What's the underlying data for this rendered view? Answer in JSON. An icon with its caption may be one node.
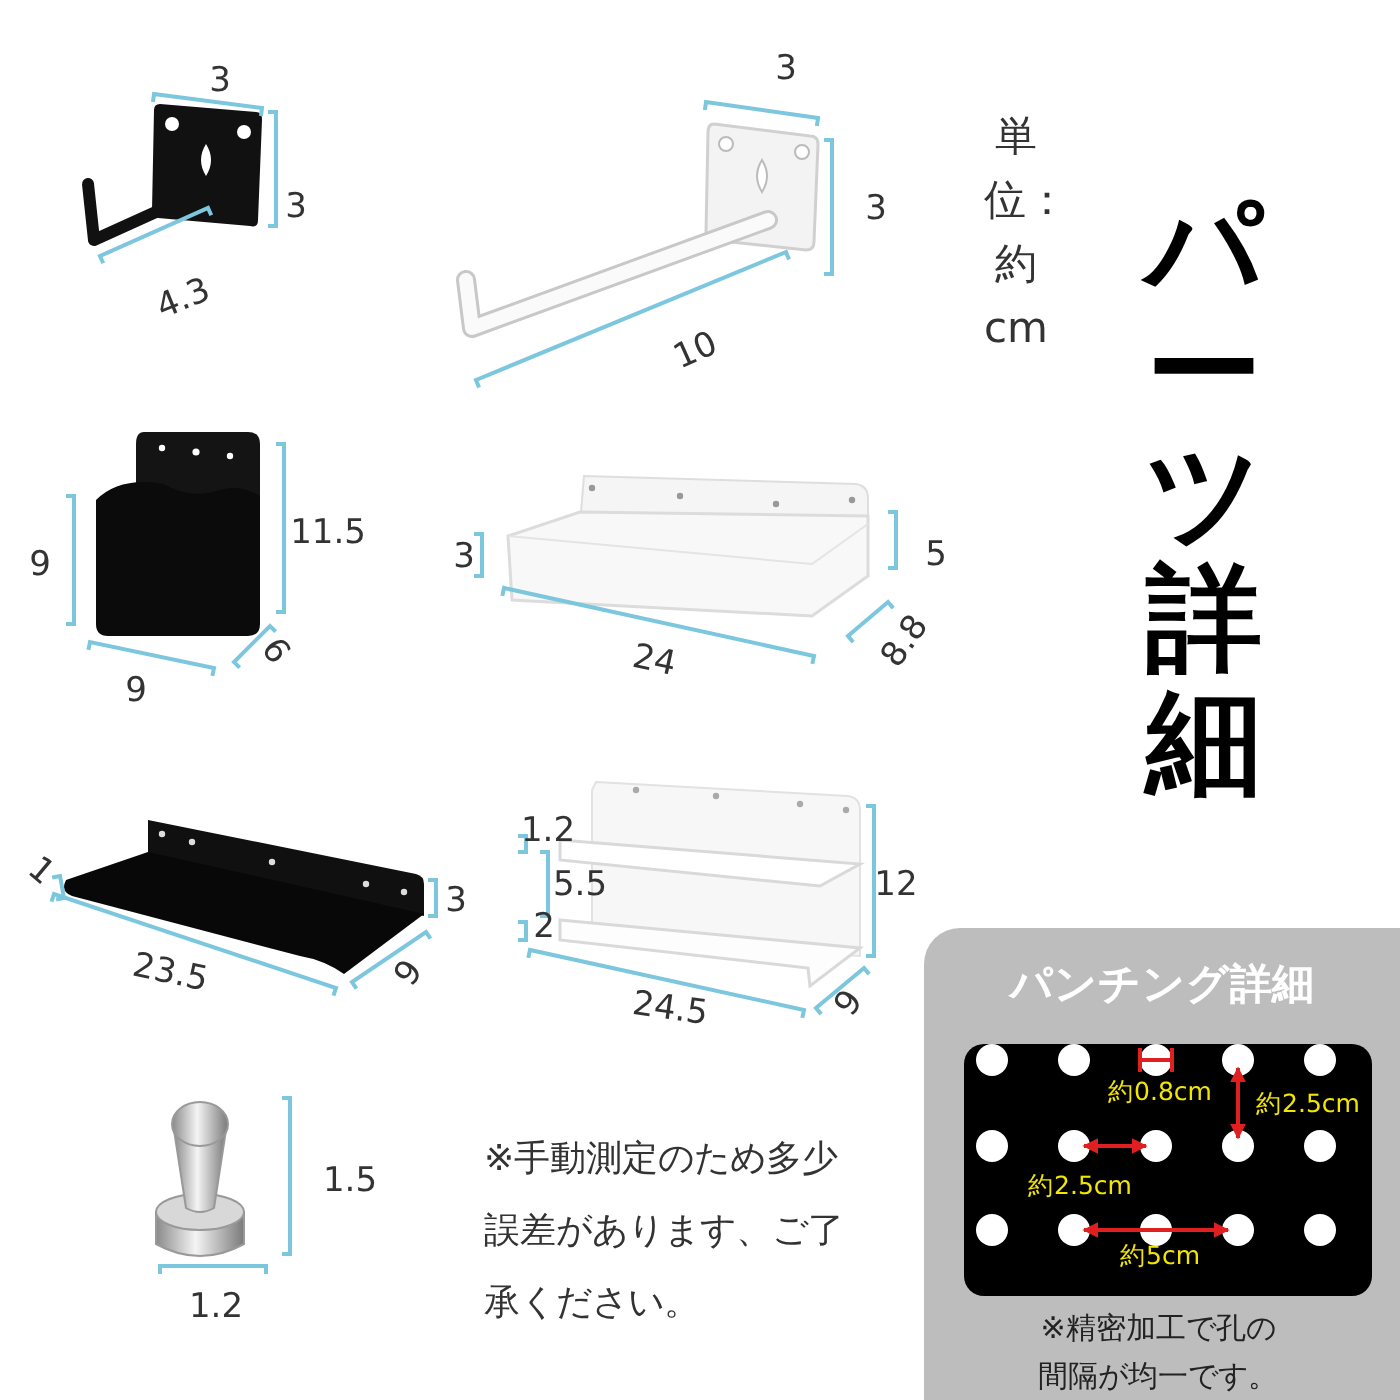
{
  "diagram": {
    "title": "パーツ詳細",
    "nodes": [
      {
        "text": [
          "パンチング詳細",
          "※精密加工で孔の間隔が均一です。"
        ]
      }
    ],
    "labels": [
      "3",
      "3",
      "4.3",
      "3",
      "3",
      "10",
      "単位：約cm",
      "9",
      "11.5",
      "6",
      "9",
      "3",
      "5",
      "24",
      "8.8",
      "1",
      "3",
      "23.5",
      "9",
      "1.2",
      "5.5",
      "2",
      "12",
      "24.5",
      "9",
      "1.5",
      "1.2",
      "※手動測定のため多少誤差があります、ご了承ください。",
      "約0.8cm",
      "約2.5cm",
      "約2.5cm",
      "約5cm"
    ]
  }
}
